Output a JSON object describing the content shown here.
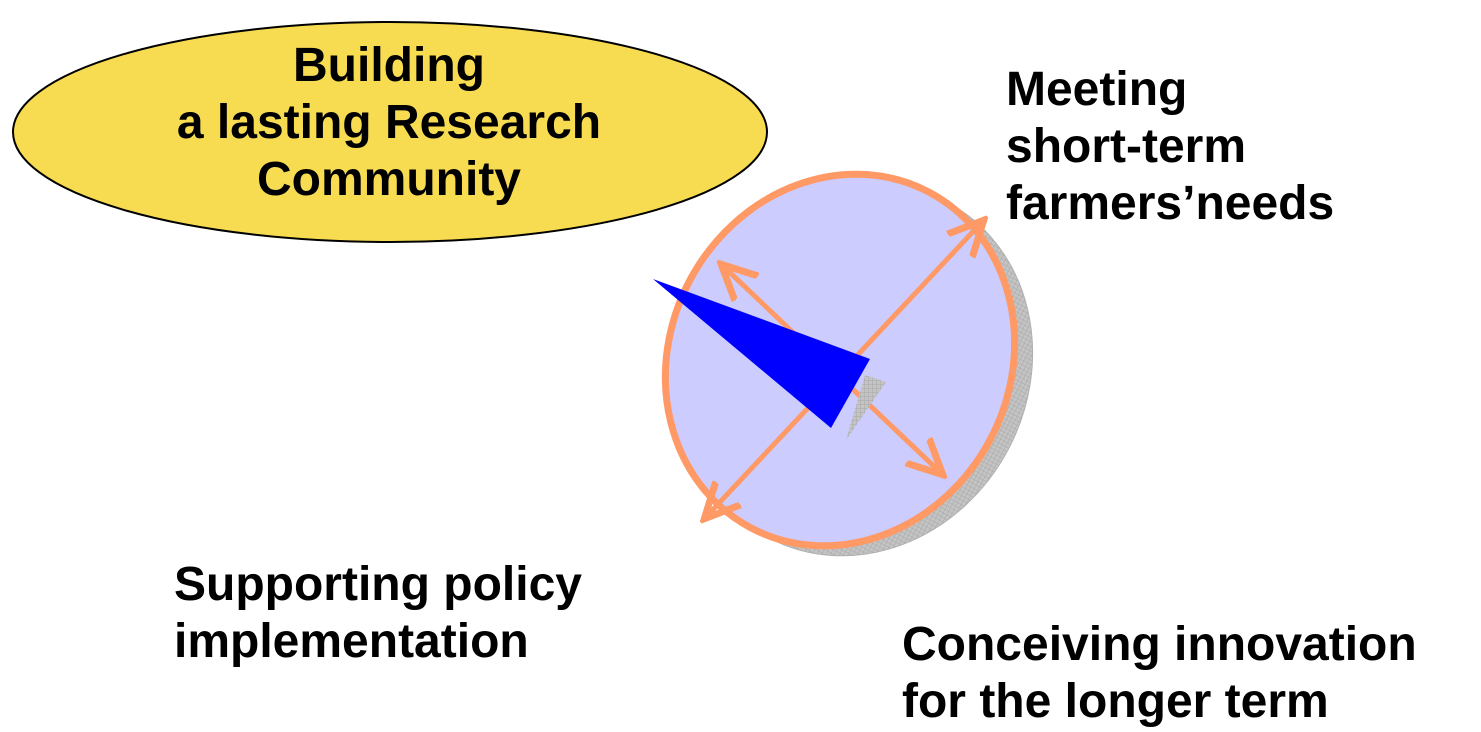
{
  "colors": {
    "top_ellipse_fill": "#f7dc52",
    "top_ellipse_stroke": "#000000",
    "disc_fill": "#ccccff",
    "disc_stroke": "#ff9966",
    "disc_shadow": "#b3b3b3",
    "arrow_color": "#ff9966",
    "needle_color": "#0000ff",
    "text_color": "#000000"
  },
  "goals": {
    "top_left": [
      "Building",
      "a lasting Research",
      "Community"
    ],
    "top_right": [
      "Meeting",
      "short-term",
      "farmers’needs"
    ],
    "bottom_left": [
      "Supporting policy",
      "implementation"
    ],
    "bottom_right": [
      "Conceiving innovation",
      "for the longer term"
    ]
  },
  "icons": {
    "center": "compass-disc-icon",
    "needle": "compass-needle-icon"
  }
}
